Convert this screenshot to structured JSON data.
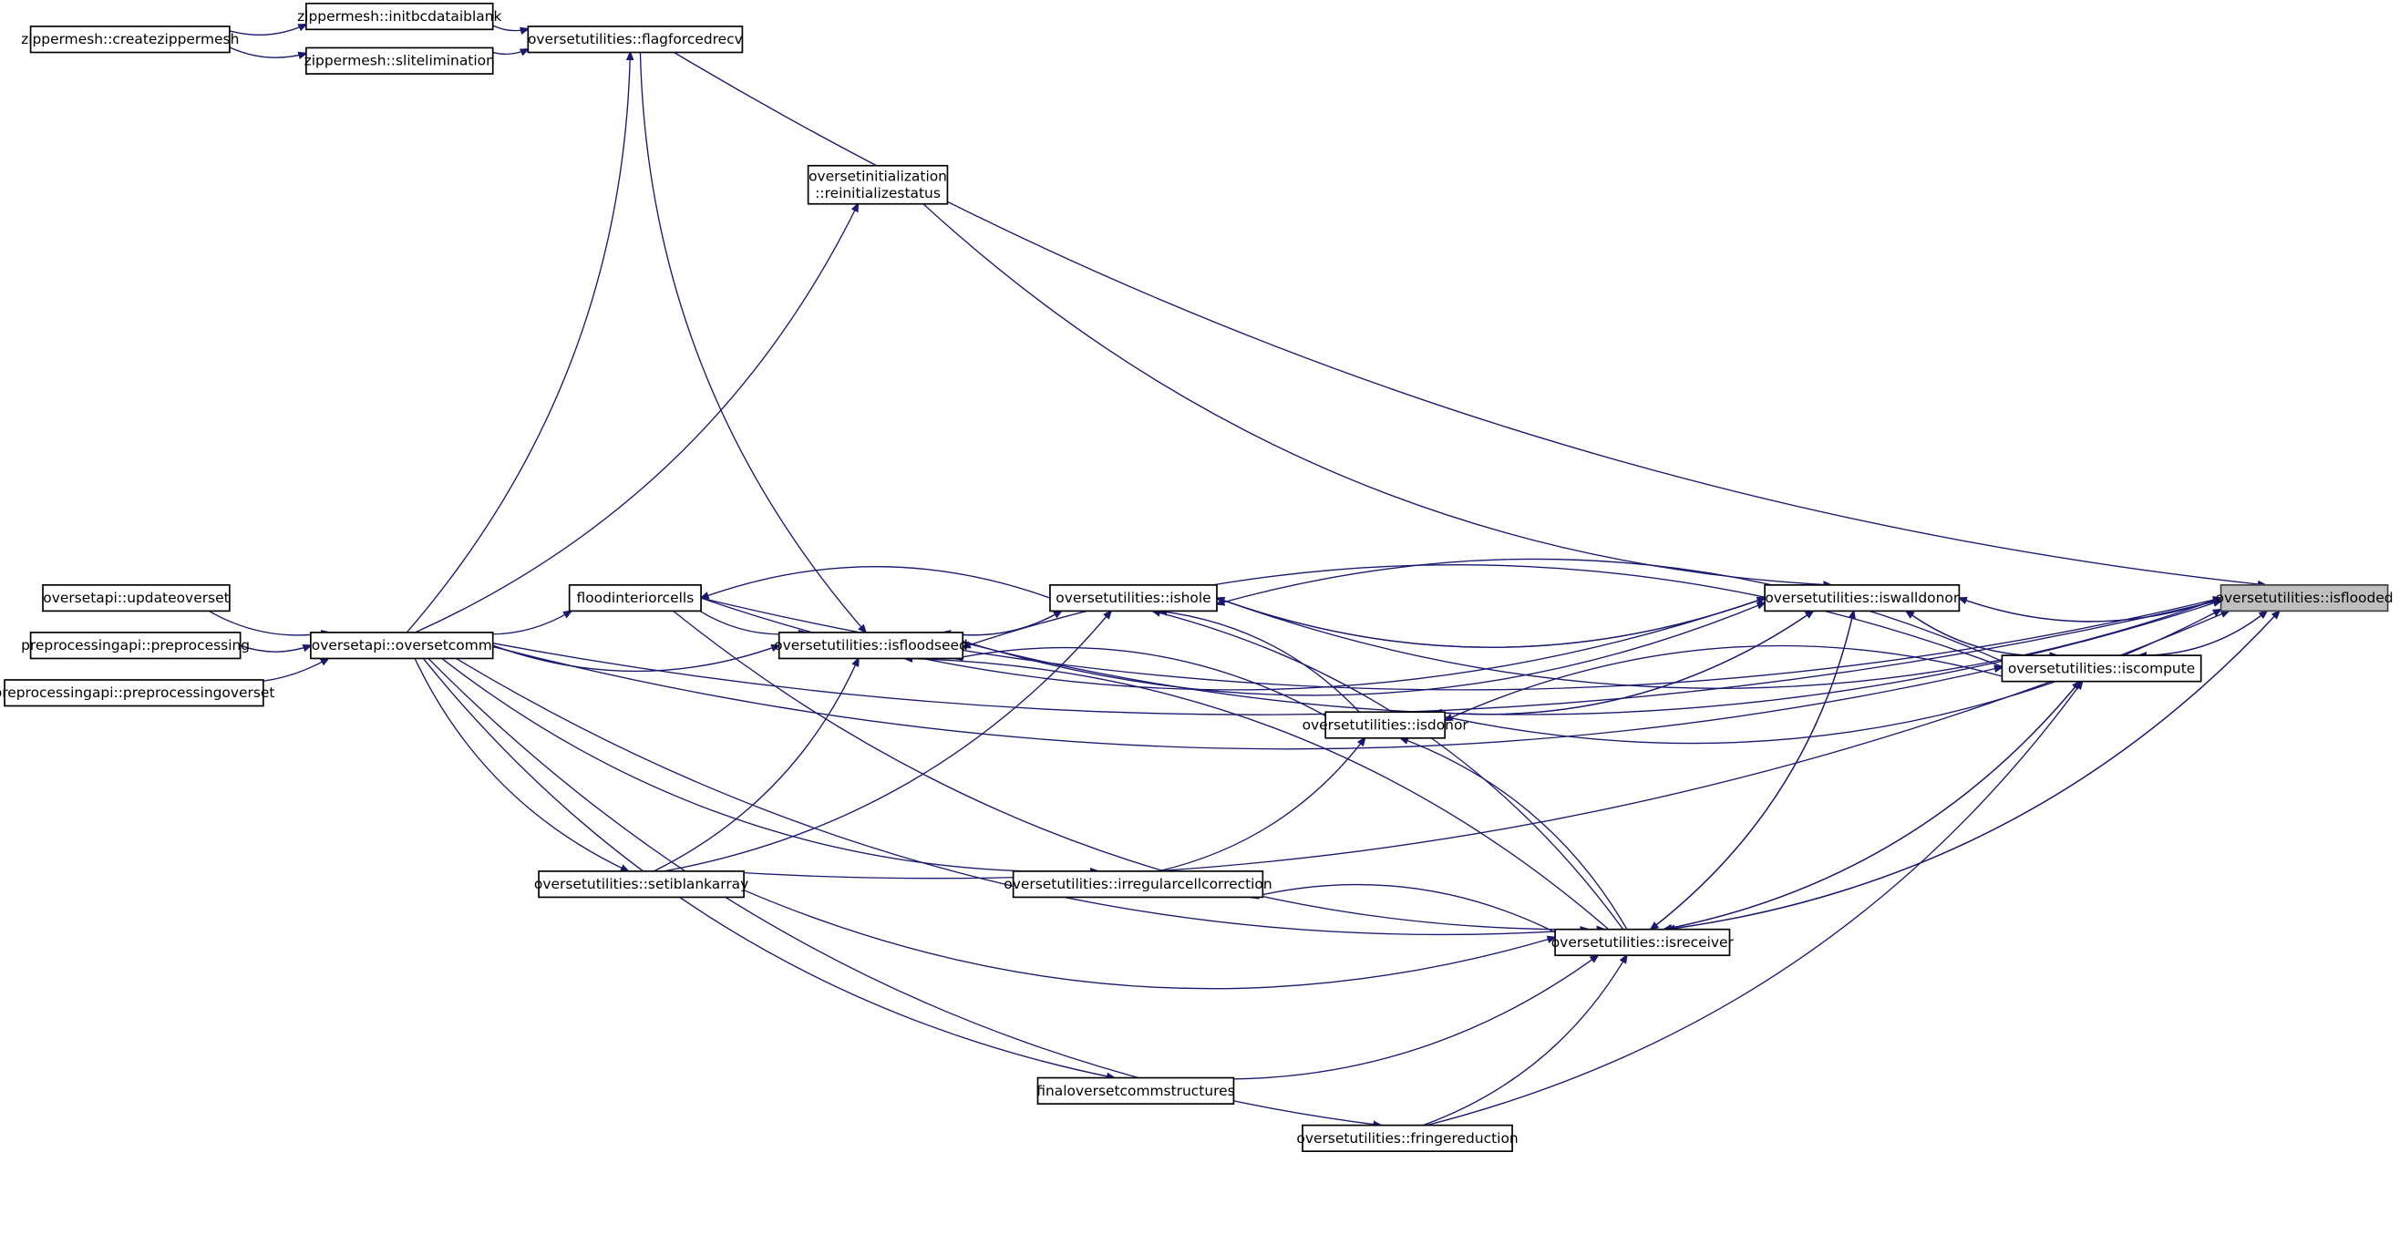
{
  "graph": {
    "nodes": [
      {
        "id": "createzippermesh",
        "label": "zippermesh::createzippermesh"
      },
      {
        "id": "initbcdataiblank",
        "label": "zippermesh::initbcdataiblank"
      },
      {
        "id": "slitelimination",
        "label": "zippermesh::slitelimination"
      },
      {
        "id": "flagforcedrecv",
        "label": "oversetutilities::flagforcedrecv"
      },
      {
        "id": "reinitializestatus",
        "label": "oversetinitialization",
        "label2": "::reinitializestatus"
      },
      {
        "id": "updateoverset",
        "label": "oversetapi::updateoverset"
      },
      {
        "id": "preprocessing",
        "label": "preprocessingapi::preprocessing"
      },
      {
        "id": "preprocessingoverset",
        "label": "preprocessingapi::preprocessingoverset"
      },
      {
        "id": "oversetcomm",
        "label": "oversetapi::oversetcomm"
      },
      {
        "id": "floodinteriorcells",
        "label": "floodinteriorcells"
      },
      {
        "id": "isfloodseed",
        "label": "oversetutilities::isfloodseed"
      },
      {
        "id": "ishole",
        "label": "oversetutilities::ishole"
      },
      {
        "id": "iswalldonor",
        "label": "oversetutilities::iswalldonor"
      },
      {
        "id": "isflooded",
        "label": "oversetutilities::isflooded",
        "highlighted": true
      },
      {
        "id": "iscompute",
        "label": "oversetutilities::iscompute"
      },
      {
        "id": "isdonor",
        "label": "oversetutilities::isdonor"
      },
      {
        "id": "setiblankarray",
        "label": "oversetutilities::setiblankarray"
      },
      {
        "id": "irregularcellcorrection",
        "label": "oversetutilities::irregularcellcorrection"
      },
      {
        "id": "isreceiver",
        "label": "oversetutilities::isreceiver"
      },
      {
        "id": "finaloversetcommstructures",
        "label": "finaloversetcommstructures"
      },
      {
        "id": "fringereduction",
        "label": "oversetutilities::fringereduction"
      }
    ],
    "edges": [
      [
        "createzippermesh",
        "initbcdataiblank"
      ],
      [
        "createzippermesh",
        "slitelimination"
      ],
      [
        "initbcdataiblank",
        "flagforcedrecv"
      ],
      [
        "slitelimination",
        "flagforcedrecv"
      ],
      [
        "flagforcedrecv",
        "isflooded"
      ],
      [
        "oversetcomm",
        "flagforcedrecv"
      ],
      [
        "flagforcedrecv",
        "isfloodseed"
      ],
      [
        "oversetcomm",
        "reinitializestatus"
      ],
      [
        "reinitializestatus",
        "iswalldonor"
      ],
      [
        "updateoverset",
        "oversetcomm"
      ],
      [
        "preprocessing",
        "oversetcomm"
      ],
      [
        "preprocessingoverset",
        "oversetcomm"
      ],
      [
        "oversetcomm",
        "floodinteriorcells"
      ],
      [
        "oversetcomm",
        "isfloodseed"
      ],
      [
        "oversetcomm",
        "setiblankarray"
      ],
      [
        "oversetcomm",
        "isflooded"
      ],
      [
        "oversetcomm",
        "iscompute"
      ],
      [
        "oversetcomm",
        "isreceiver"
      ],
      [
        "oversetcomm",
        "irregularcellcorrection"
      ],
      [
        "oversetcomm",
        "finaloversetcommstructures"
      ],
      [
        "oversetcomm",
        "fringereduction"
      ],
      [
        "floodinteriorcells",
        "isfloodseed"
      ],
      [
        "ishole",
        "floodinteriorcells"
      ],
      [
        "floodinteriorcells",
        "iswalldonor"
      ],
      [
        "floodinteriorcells",
        "isflooded"
      ],
      [
        "floodinteriorcells",
        "isreceiver"
      ],
      [
        "isfloodseed",
        "ishole"
      ],
      [
        "ishole",
        "isfloodseed"
      ],
      [
        "isfloodseed",
        "iswalldonor"
      ],
      [
        "iscompute",
        "isfloodseed"
      ],
      [
        "isdonor",
        "isfloodseed"
      ],
      [
        "isreceiver",
        "isfloodseed"
      ],
      [
        "isfloodseed",
        "isflooded"
      ],
      [
        "setiblankarray",
        "isfloodseed"
      ],
      [
        "setiblankarray",
        "ishole"
      ],
      [
        "setiblankarray",
        "isflooded"
      ],
      [
        "ishole",
        "iswalldonor"
      ],
      [
        "iswalldonor",
        "ishole"
      ],
      [
        "iscompute",
        "ishole"
      ],
      [
        "ishole",
        "isflooded"
      ],
      [
        "isdonor",
        "ishole"
      ],
      [
        "isreceiver",
        "ishole"
      ],
      [
        "isdonor",
        "iswalldonor"
      ],
      [
        "iswalldonor",
        "isdonor"
      ],
      [
        "iscompute",
        "isdonor"
      ],
      [
        "isdonor",
        "isflooded"
      ],
      [
        "isreceiver",
        "isdonor"
      ],
      [
        "irregularcellcorrection",
        "isdonor"
      ],
      [
        "iswalldonor",
        "isflooded"
      ],
      [
        "isflooded",
        "iswalldonor"
      ],
      [
        "iswalldonor",
        "iscompute"
      ],
      [
        "iscompute",
        "iswalldonor"
      ],
      [
        "iscompute",
        "isflooded"
      ],
      [
        "isflooded",
        "iscompute"
      ],
      [
        "isreceiver",
        "iswalldonor"
      ],
      [
        "iswalldonor",
        "isreceiver"
      ],
      [
        "isreceiver",
        "iscompute"
      ],
      [
        "iscompute",
        "isreceiver"
      ],
      [
        "isreceiver",
        "isflooded"
      ],
      [
        "isflooded",
        "isreceiver"
      ],
      [
        "isreceiver",
        "irregularcellcorrection"
      ],
      [
        "setiblankarray",
        "isreceiver"
      ],
      [
        "finaloversetcommstructures",
        "isreceiver"
      ],
      [
        "fringereduction",
        "isreceiver"
      ],
      [
        "fringereduction",
        "iscompute"
      ]
    ],
    "colors": {
      "edge": "#191970",
      "highlight": "#bfbfbf"
    }
  }
}
